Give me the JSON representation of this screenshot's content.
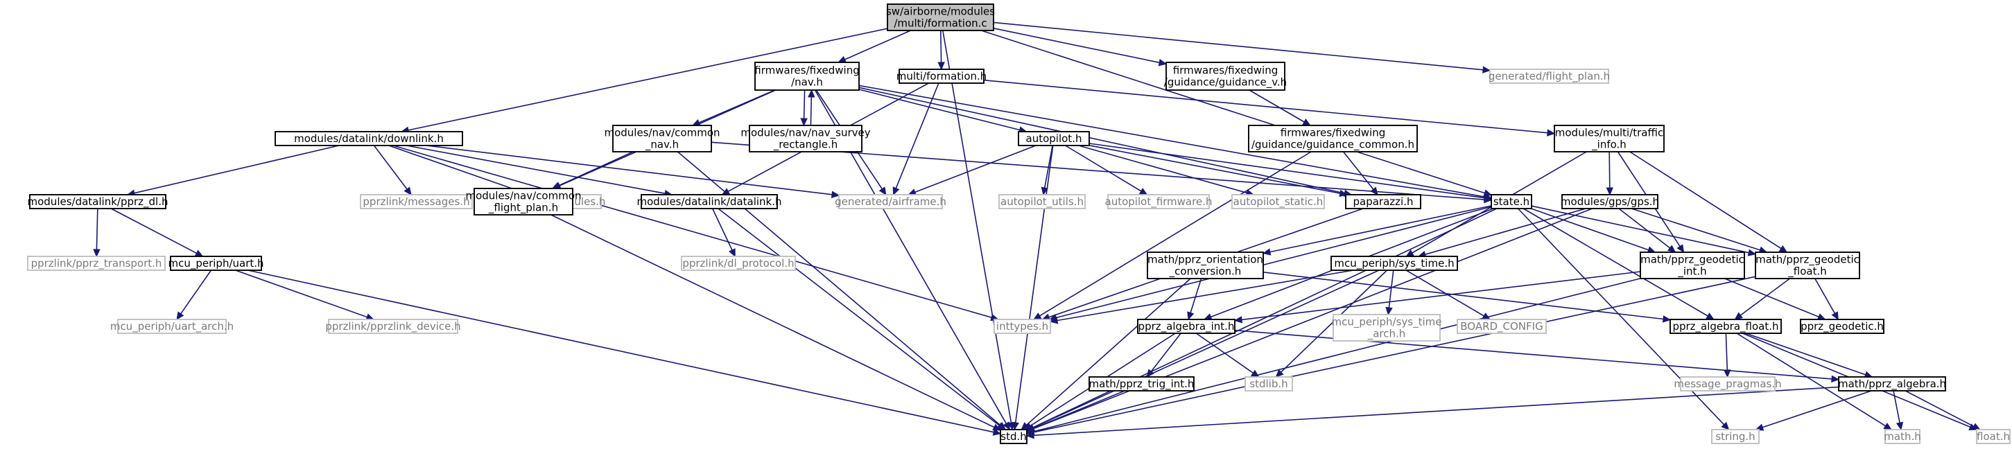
{
  "diagram": {
    "kind": "include-dependency-graph",
    "colors": {
      "edge": "#191970",
      "root_fill": "#bfbfbf",
      "node_border": "#000000",
      "external_border": "#bfbfbf",
      "external_text": "#7a7a7a"
    },
    "nodes": [
      {
        "id": "formation_c",
        "lines": [
          "sw/airborne/modules",
          "/multi/formation.c"
        ],
        "style": "root"
      },
      {
        "id": "std_h",
        "lines": [
          "std.h"
        ],
        "style": "normal"
      },
      {
        "id": "fw_nav_h",
        "lines": [
          "firmwares/fixedwing",
          "/nav.h"
        ],
        "style": "normal"
      },
      {
        "id": "formation_h",
        "lines": [
          "multi/formation.h"
        ],
        "style": "normal"
      },
      {
        "id": "fw_guidance_v_h",
        "lines": [
          "firmwares/fixedwing",
          "/guidance/guidance_v.h"
        ],
        "style": "normal"
      },
      {
        "id": "flight_plan_h",
        "lines": [
          "generated/flight_plan.h"
        ],
        "style": "external"
      },
      {
        "id": "downlink_h",
        "lines": [
          "modules/datalink/downlink.h"
        ],
        "style": "normal"
      },
      {
        "id": "nav_common_nav_h",
        "lines": [
          "modules/nav/common",
          "_nav.h"
        ],
        "style": "normal"
      },
      {
        "id": "nav_survey_h",
        "lines": [
          "modules/nav/nav_survey",
          "_rectangle.h"
        ],
        "style": "normal"
      },
      {
        "id": "autopilot_h",
        "lines": [
          "autopilot.h"
        ],
        "style": "normal"
      },
      {
        "id": "guidance_common_h",
        "lines": [
          "firmwares/fixedwing",
          "/guidance/guidance_common.h"
        ],
        "style": "normal"
      },
      {
        "id": "traffic_info_h",
        "lines": [
          "modules/multi/traffic",
          "_info.h"
        ],
        "style": "normal"
      },
      {
        "id": "pprz_dl_h",
        "lines": [
          "modules/datalink/pprz_dl.h"
        ],
        "style": "normal"
      },
      {
        "id": "pprzlink_messages_h",
        "lines": [
          "pprzlink/messages.h"
        ],
        "style": "external"
      },
      {
        "id": "generated_modules_h",
        "lines": [
          "generated/modules.h"
        ],
        "style": "external"
      },
      {
        "id": "nav_flight_plan_h",
        "lines": [
          "modules/nav/common",
          "_flight_plan.h"
        ],
        "style": "normal"
      },
      {
        "id": "datalink_h",
        "lines": [
          "modules/datalink/datalink.h"
        ],
        "style": "normal"
      },
      {
        "id": "airframe_h",
        "lines": [
          "generated/airframe.h"
        ],
        "style": "external"
      },
      {
        "id": "autopilot_utils_h",
        "lines": [
          "autopilot_utils.h"
        ],
        "style": "external"
      },
      {
        "id": "autopilot_firmware_h",
        "lines": [
          "autopilot_firmware.h"
        ],
        "style": "external"
      },
      {
        "id": "autopilot_static_h",
        "lines": [
          "autopilot_static.h"
        ],
        "style": "external"
      },
      {
        "id": "paparazzi_h",
        "lines": [
          "paparazzi.h"
        ],
        "style": "normal"
      },
      {
        "id": "state_h",
        "lines": [
          "state.h"
        ],
        "style": "normal"
      },
      {
        "id": "gps_h",
        "lines": [
          "modules/gps/gps.h"
        ],
        "style": "normal"
      },
      {
        "id": "pprz_transport_h",
        "lines": [
          "pprzlink/pprz_transport.h"
        ],
        "style": "external"
      },
      {
        "id": "uart_h",
        "lines": [
          "mcu_periph/uart.h"
        ],
        "style": "normal"
      },
      {
        "id": "dl_protocol_h",
        "lines": [
          "pprzlink/dl_protocol.h"
        ],
        "style": "external"
      },
      {
        "id": "orientation_conv_h",
        "lines": [
          "math/pprz_orientation",
          "_conversion.h"
        ],
        "style": "normal"
      },
      {
        "id": "sys_time_h",
        "lines": [
          "mcu_periph/sys_time.h"
        ],
        "style": "normal"
      },
      {
        "id": "geodetic_int_h",
        "lines": [
          "math/pprz_geodetic",
          "_int.h"
        ],
        "style": "normal"
      },
      {
        "id": "geodetic_float_h",
        "lines": [
          "math/pprz_geodetic",
          "_float.h"
        ],
        "style": "normal"
      },
      {
        "id": "uart_arch_h",
        "lines": [
          "mcu_periph/uart_arch.h"
        ],
        "style": "external"
      },
      {
        "id": "pprzlink_device_h",
        "lines": [
          "pprzlink/pprzlink_device.h"
        ],
        "style": "external"
      },
      {
        "id": "inttypes_h",
        "lines": [
          "inttypes.h"
        ],
        "style": "external"
      },
      {
        "id": "algebra_int_h",
        "lines": [
          "pprz_algebra_int.h"
        ],
        "style": "normal"
      },
      {
        "id": "sys_time_arch_h",
        "lines": [
          "mcu_periph/sys_time",
          "_arch.h"
        ],
        "style": "external"
      },
      {
        "id": "board_config",
        "lines": [
          "BOARD_CONFIG"
        ],
        "style": "external"
      },
      {
        "id": "algebra_float_h",
        "lines": [
          "pprz_algebra_float.h"
        ],
        "style": "normal"
      },
      {
        "id": "pprz_geodetic_h",
        "lines": [
          "pprz_geodetic.h"
        ],
        "style": "normal"
      },
      {
        "id": "trig_int_h",
        "lines": [
          "math/pprz_trig_int.h"
        ],
        "style": "normal"
      },
      {
        "id": "stdlib_h",
        "lines": [
          "stdlib.h"
        ],
        "style": "external"
      },
      {
        "id": "message_pragmas_h",
        "lines": [
          "message_pragmas.h"
        ],
        "style": "external"
      },
      {
        "id": "pprz_algebra_h",
        "lines": [
          "math/pprz_algebra.h"
        ],
        "style": "normal"
      },
      {
        "id": "string_h",
        "lines": [
          "string.h"
        ],
        "style": "external"
      },
      {
        "id": "math_h",
        "lines": [
          "math.h"
        ],
        "style": "external"
      },
      {
        "id": "float_h",
        "lines": [
          "float.h"
        ],
        "style": "external"
      }
    ],
    "edges": [
      [
        "formation_c",
        "std_h"
      ],
      [
        "formation_c",
        "fw_nav_h"
      ],
      [
        "formation_c",
        "formation_h"
      ],
      [
        "formation_c",
        "fw_guidance_v_h"
      ],
      [
        "formation_c",
        "flight_plan_h"
      ],
      [
        "formation_c",
        "downlink_h"
      ],
      [
        "formation_c",
        "state_h"
      ],
      [
        "fw_nav_h",
        "std_h"
      ],
      [
        "fw_nav_h",
        "nav_common_nav_h"
      ],
      [
        "fw_nav_h",
        "nav_survey_h"
      ],
      [
        "fw_nav_h",
        "autopilot_h"
      ],
      [
        "fw_nav_h",
        "nav_flight_plan_h"
      ],
      [
        "fw_nav_h",
        "airframe_h"
      ],
      [
        "fw_nav_h",
        "state_h"
      ],
      [
        "fw_nav_h",
        "paparazzi_h"
      ],
      [
        "nav_survey_h",
        "fw_nav_h"
      ],
      [
        "formation_h",
        "datalink_h"
      ],
      [
        "formation_h",
        "airframe_h"
      ],
      [
        "formation_h",
        "traffic_info_h"
      ],
      [
        "fw_guidance_v_h",
        "guidance_common_h"
      ],
      [
        "guidance_common_h",
        "paparazzi_h"
      ],
      [
        "guidance_common_h",
        "inttypes_h"
      ],
      [
        "downlink_h",
        "pprz_dl_h"
      ],
      [
        "downlink_h",
        "pprzlink_messages_h"
      ],
      [
        "downlink_h",
        "generated_modules_h"
      ],
      [
        "downlink_h",
        "datalink_h"
      ],
      [
        "downlink_h",
        "airframe_h"
      ],
      [
        "downlink_h",
        "inttypes_h"
      ],
      [
        "nav_common_nav_h",
        "std_h"
      ],
      [
        "nav_common_nav_h",
        "nav_flight_plan_h"
      ],
      [
        "nav_common_nav_h",
        "state_h"
      ],
      [
        "autopilot_h",
        "std_h"
      ],
      [
        "autopilot_h",
        "airframe_h"
      ],
      [
        "autopilot_h",
        "autopilot_utils_h"
      ],
      [
        "autopilot_h",
        "autopilot_firmware_h"
      ],
      [
        "autopilot_h",
        "autopilot_static_h"
      ],
      [
        "autopilot_h",
        "paparazzi_h"
      ],
      [
        "autopilot_h",
        "state_h"
      ],
      [
        "traffic_info_h",
        "gps_h"
      ],
      [
        "traffic_info_h",
        "geodetic_int_h"
      ],
      [
        "traffic_info_h",
        "geodetic_float_h"
      ],
      [
        "traffic_info_h",
        "sys_time_h"
      ],
      [
        "pprz_dl_h",
        "pprz_transport_h"
      ],
      [
        "pprz_dl_h",
        "uart_h"
      ],
      [
        "uart_h",
        "uart_arch_h"
      ],
      [
        "uart_h",
        "pprzlink_device_h"
      ],
      [
        "uart_h",
        "std_h"
      ],
      [
        "nav_flight_plan_h",
        "std_h"
      ],
      [
        "datalink_h",
        "dl_protocol_h"
      ],
      [
        "datalink_h",
        "std_h"
      ],
      [
        "paparazzi_h",
        "inttypes_h"
      ],
      [
        "state_h",
        "std_h"
      ],
      [
        "state_h",
        "orientation_conv_h"
      ],
      [
        "state_h",
        "geodetic_int_h"
      ],
      [
        "state_h",
        "geodetic_float_h"
      ],
      [
        "state_h",
        "algebra_int_h"
      ],
      [
        "state_h",
        "algebra_float_h"
      ],
      [
        "state_h",
        "string_h"
      ],
      [
        "state_h",
        "inttypes_h"
      ],
      [
        "gps_h",
        "std_h"
      ],
      [
        "gps_h",
        "sys_time_h"
      ],
      [
        "gps_h",
        "geodetic_int_h"
      ],
      [
        "gps_h",
        "geodetic_float_h"
      ],
      [
        "orientation_conv_h",
        "algebra_int_h"
      ],
      [
        "orientation_conv_h",
        "algebra_float_h"
      ],
      [
        "orientation_conv_h",
        "std_h"
      ],
      [
        "sys_time_h",
        "inttypes_h"
      ],
      [
        "sys_time_h",
        "sys_time_arch_h"
      ],
      [
        "sys_time_h",
        "board_config"
      ],
      [
        "sys_time_h",
        "stdlib_h"
      ],
      [
        "sys_time_h",
        "std_h"
      ],
      [
        "geodetic_int_h",
        "pprz_geodetic_h"
      ],
      [
        "geodetic_int_h",
        "algebra_int_h"
      ],
      [
        "geodetic_int_h",
        "std_h"
      ],
      [
        "geodetic_float_h",
        "pprz_geodetic_h"
      ],
      [
        "geodetic_float_h",
        "algebra_float_h"
      ],
      [
        "geodetic_float_h",
        "std_h"
      ],
      [
        "algebra_int_h",
        "trig_int_h"
      ],
      [
        "algebra_int_h",
        "stdlib_h"
      ],
      [
        "algebra_int_h",
        "pprz_algebra_h"
      ],
      [
        "algebra_int_h",
        "std_h"
      ],
      [
        "trig_int_h",
        "std_h"
      ],
      [
        "algebra_float_h",
        "message_pragmas_h"
      ],
      [
        "algebra_float_h",
        "pprz_algebra_h"
      ],
      [
        "algebra_float_h",
        "math_h"
      ],
      [
        "algebra_float_h",
        "float_h"
      ],
      [
        "pprz_algebra_h",
        "std_h"
      ],
      [
        "pprz_algebra_h",
        "string_h"
      ],
      [
        "pprz_algebra_h",
        "math_h"
      ],
      [
        "pprz_algebra_h",
        "float_h"
      ]
    ]
  }
}
